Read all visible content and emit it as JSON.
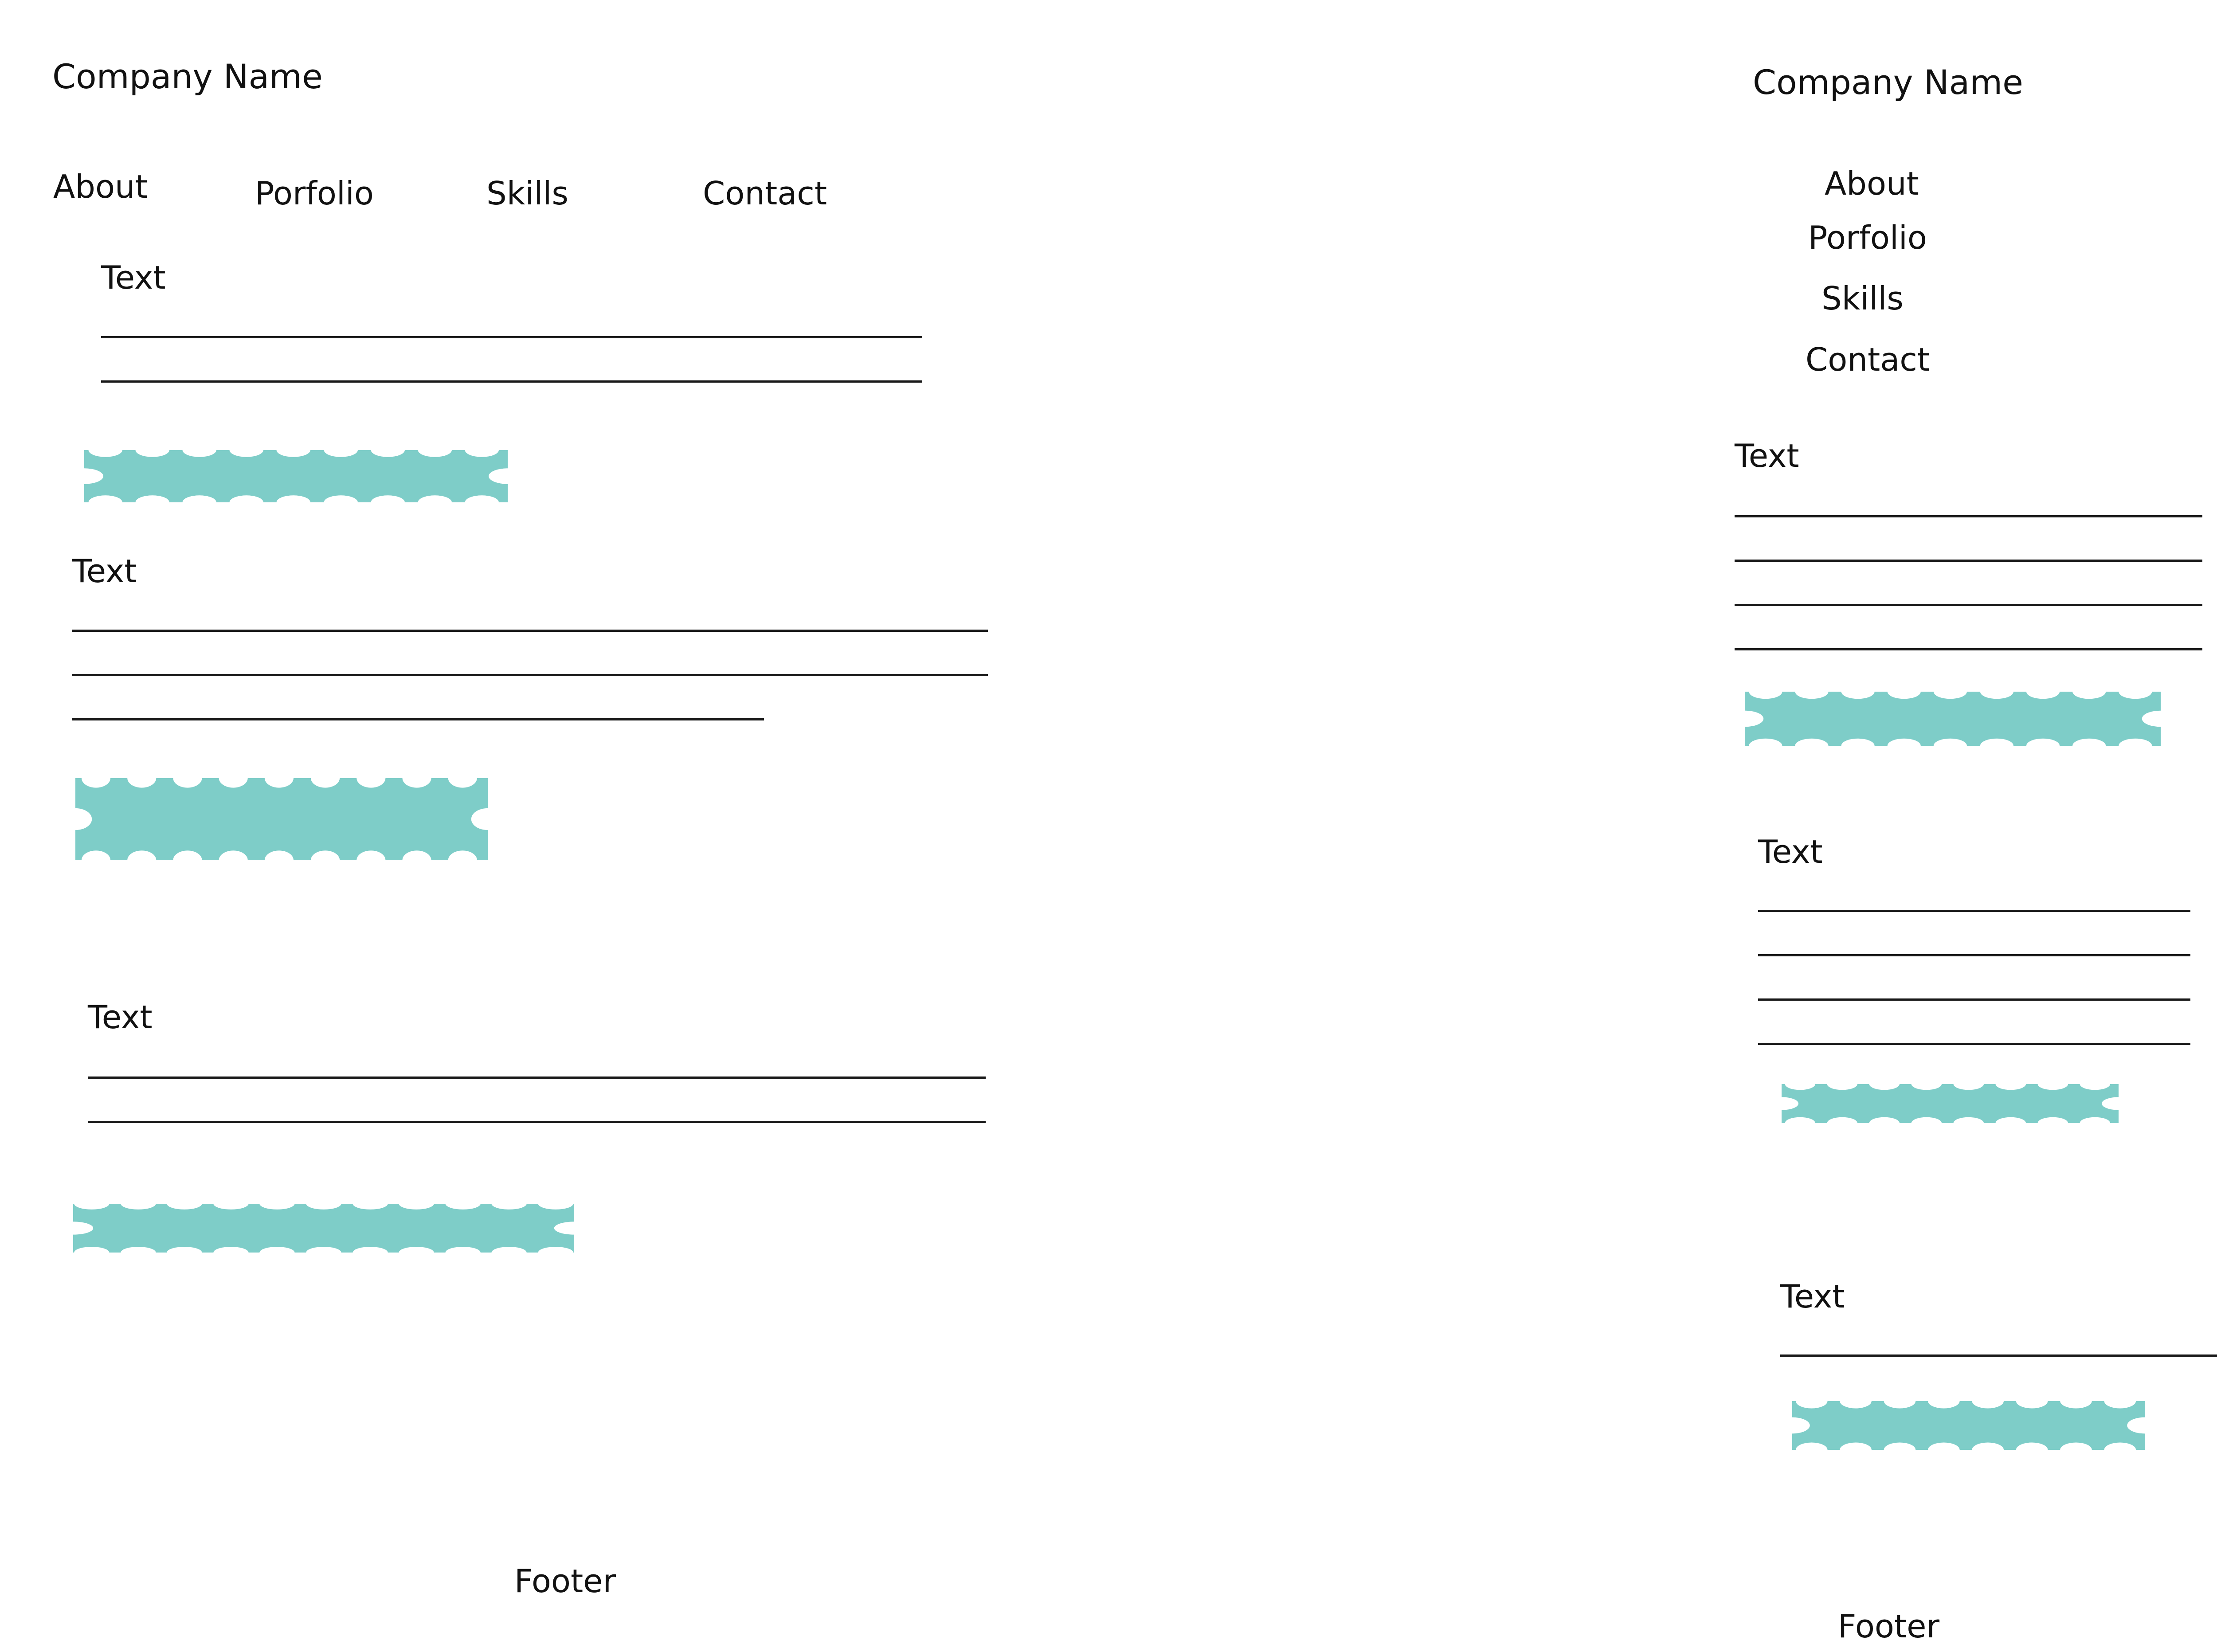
{
  "desktop": {
    "company_name": "Company Name",
    "nav": [
      "About",
      "Porfolio",
      "Skills",
      "Contact"
    ],
    "sections": [
      {
        "label": "Text"
      },
      {
        "label": "Text"
      },
      {
        "label": "Text"
      }
    ],
    "footer": "Footer"
  },
  "mobile": {
    "company_name": "Company Name",
    "nav": [
      "About",
      "Porfolio",
      "Skills",
      "Contact"
    ],
    "sections": [
      {
        "label": "Text"
      },
      {
        "label": "Text"
      },
      {
        "label": "Text"
      }
    ],
    "footer": "Footer"
  },
  "colors": {
    "tape": "#7ecdc8",
    "text": "#111111",
    "lines": "#1a1a1a",
    "background": "#ffffff"
  }
}
